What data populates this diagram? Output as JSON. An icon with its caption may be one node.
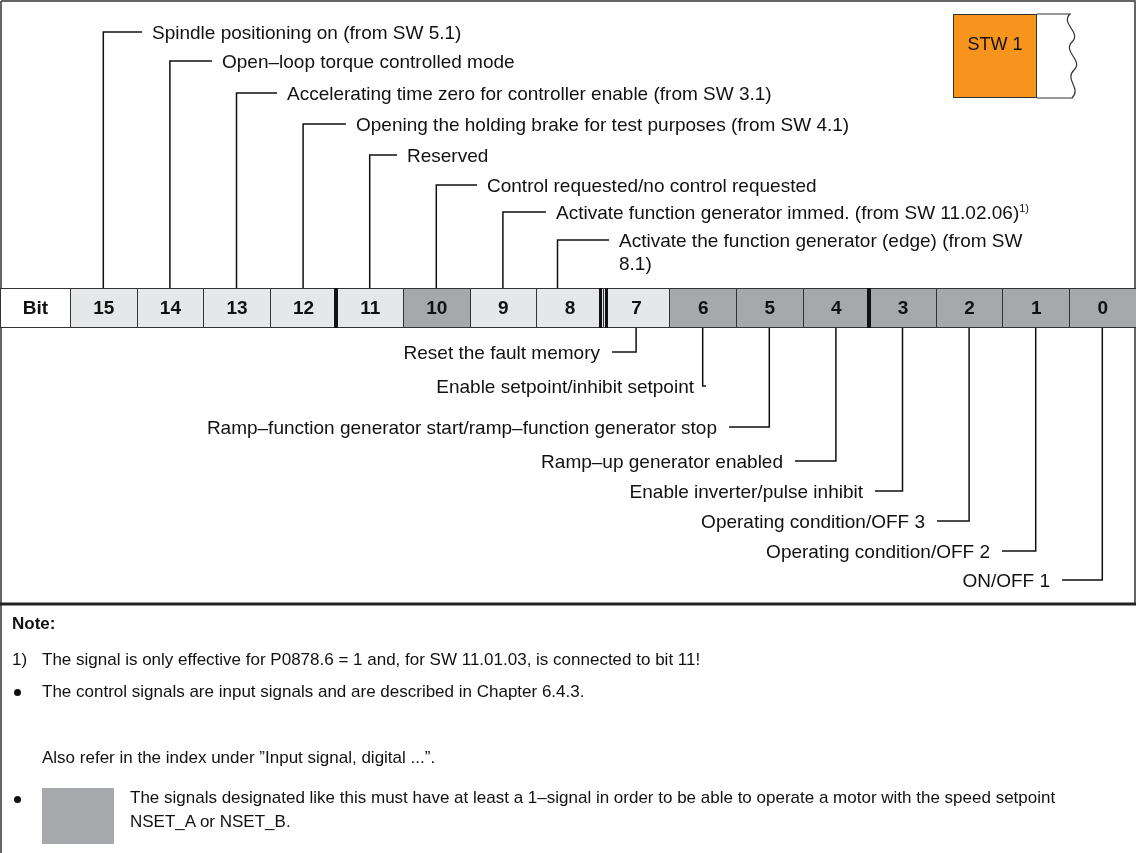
{
  "diagram": {
    "nodes": [
      {
        "text": [
          "Spindle positioning on (from SW 5.1)"
        ]
      },
      {
        "text": [
          "Open–loop torque controlled mode"
        ]
      },
      {
        "text": [
          "Accelerating time zero for controller enable (from SW 3.1)"
        ]
      },
      {
        "text": [
          "Opening the holding brake for test purposes (from SW 4.1)"
        ]
      },
      {
        "text": [
          "Reserved"
        ]
      },
      {
        "text": [
          "Control requested/no control requested"
        ]
      },
      {
        "text": [
          "Activate function generator immed. (from SW 11.02.06)$^{1)}$"
        ]
      },
      {
        "text": [
          "Activate the function generator (edge) (from SW 8.1)"
        ]
      },
      {
        "text": [
          "15"
        ]
      },
      {
        "text": [
          "14"
        ]
      },
      {
        "text": [
          "13"
        ]
      },
      {
        "text": [
          "12"
        ]
      },
      {
        "text": [
          "11"
        ]
      },
      {
        "text": [
          "10"
        ]
      },
      {
        "text": [
          "9"
        ]
      },
      {
        "text": [
          "8"
        ]
      },
      {
        "text": [
          "7"
        ]
      },
      {
        "text": [
          "6"
        ]
      },
      {
        "text": [
          "5"
        ]
      },
      {
        "text": [
          "4"
        ]
      },
      {
        "text": [
          "3"
        ]
      },
      {
        "text": [
          "2"
        ]
      },
      {
        "text": [
          "1"
        ]
      },
      {
        "text": [
          "0"
        ]
      },
      {
        "text": [
          "Reset the fault memory"
        ]
      },
      {
        "text": [
          "Enable setpoint/inhibit setpoint"
        ]
      },
      {
        "text": [
          "Ramp–function generator start/ramp–function generator stop"
        ]
      },
      {
        "text": [
          "Ramp–up generator enabled"
        ]
      },
      {
        "text": [
          "Enable inverter/pulse inhibit"
        ]
      },
      {
        "text": [
          "Operating condition/OFF 3"
        ]
      },
      {
        "text": [
          "Operating condition/OFF 2"
        ]
      },
      {
        "text": [
          "ON/OFF 1"
        ]
      },
      {
        "text": [
          "STW 1"
        ]
      }
    ],
    "edges": [
      {
        "from": 0,
        "to": 8,
        "arrow": "none"
      },
      {
        "from": 1,
        "to": 9,
        "arrow": "none"
      },
      {
        "from": 2,
        "to": 10,
        "arrow": "none"
      },
      {
        "from": 3,
        "to": 11,
        "arrow": "none"
      },
      {
        "from": 4,
        "to": 12,
        "arrow": "none"
      },
      {
        "from": 5,
        "to": 13,
        "arrow": "none"
      },
      {
        "from": 6,
        "to": 14,
        "arrow": "none"
      },
      {
        "from": 7,
        "to": 15,
        "arrow": "none"
      },
      {
        "from": 24,
        "to": 16,
        "arrow": "none"
      },
      {
        "from": 25,
        "to": 17,
        "arrow": "none"
      },
      {
        "from": 26,
        "to": 18,
        "arrow": "none"
      },
      {
        "from": 27,
        "to": 19,
        "arrow": "none"
      },
      {
        "from": 28,
        "to": 20,
        "arrow": "none"
      },
      {
        "from": 29,
        "to": 21,
        "arrow": "none"
      },
      {
        "from": 30,
        "to": 22,
        "arrow": "none"
      },
      {
        "from": 31,
        "to": 23,
        "arrow": "none"
      }
    ],
    "labels": [
      "Bit",
      "Note:",
      "1)",
      "The signal is only effective for P0878.6 = 1 and, for SW 11.01.03, is connected to bit 11!",
      "The control signals are input signals and are described in Chapter 6.4.3.",
      "Also refer in the index under ”Input signal, digital ...”."
    ],
    "legend": [
      {
        "text": "The signals designated like this must have at least a 1–signal in order to be able to operate a motor with the speed setpoint NSET_A or NSET_B.",
        "color": "#a6a8ab"
      }
    ]
  }
}
